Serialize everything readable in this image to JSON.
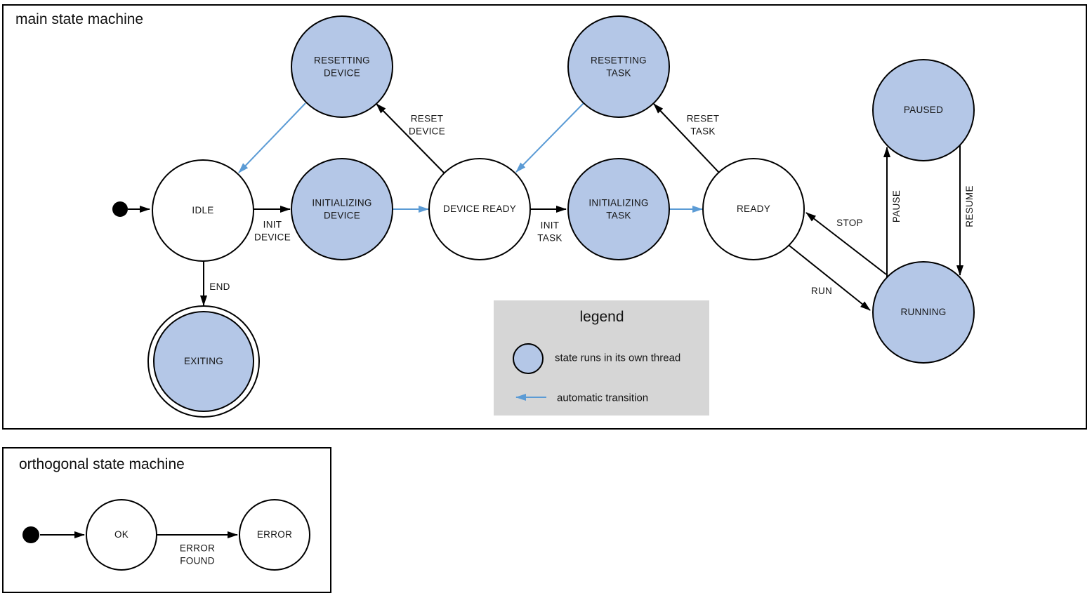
{
  "colors": {
    "state_fill": "#b4c7e7",
    "auto_arrow": "#5b9bd5",
    "legend_bg": "#d6d6d6"
  },
  "main": {
    "title": "main state machine",
    "states": {
      "resetting_device": "RESETTING DEVICE",
      "resetting_task": "RESETTING TASK",
      "paused": "PAUSED",
      "idle": "IDLE",
      "initializing_device": "INITIALIZING DEVICE",
      "device_ready": "DEVICE READY",
      "initializing_task": "INITIALIZING TASK",
      "ready": "READY",
      "running": "RUNNING",
      "exiting": "EXITING"
    },
    "transitions": {
      "init_device": "INIT DEVICE",
      "reset_device": "RESET DEVICE",
      "init_task": "INIT TASK",
      "reset_task": "RESET TASK",
      "stop": "STOP",
      "run": "RUN",
      "pause": "PAUSE",
      "resume": "RESUME",
      "end": "END"
    },
    "legend": {
      "title": "legend",
      "thread_label": "state runs in its own thread",
      "auto_label": "automatic transition"
    }
  },
  "orthogonal": {
    "title": "orthogonal state machine",
    "states": {
      "ok": "OK",
      "error": "ERROR"
    },
    "transitions": {
      "error_found": "ERROR FOUND"
    }
  }
}
